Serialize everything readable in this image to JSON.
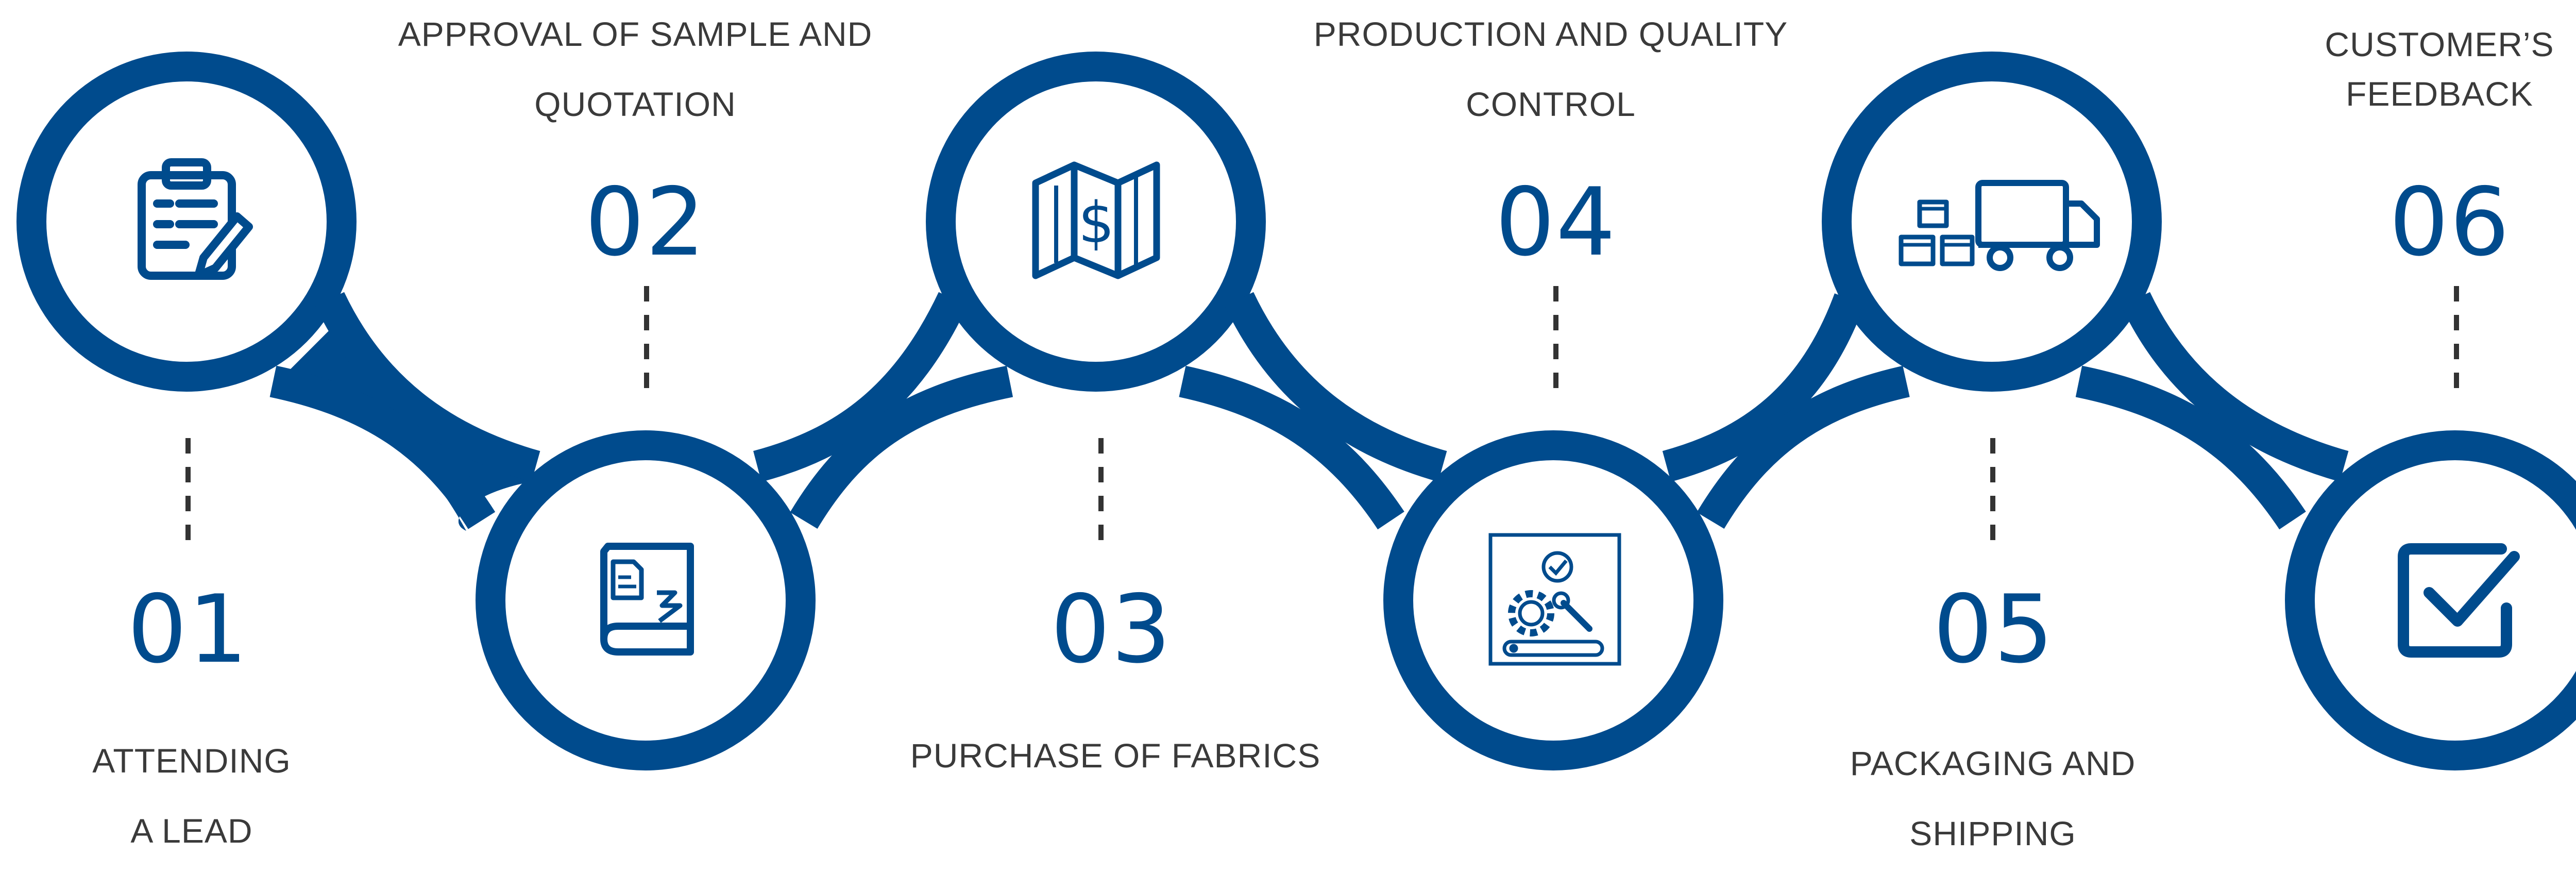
{
  "accent_color": "#004b8d",
  "steps": [
    {
      "number": "01",
      "caption_lines": [
        "ATTENDING",
        "A LEAD"
      ],
      "icon": "clipboard-icon"
    },
    {
      "number": "02",
      "caption_lines": [
        "APPROVAL OF SAMPLE AND",
        "QUOTATION"
      ],
      "icon": "catalog-book-icon"
    },
    {
      "number": "03",
      "caption_lines": [
        "PURCHASE OF FABRICS"
      ],
      "icon": "map-dollar-icon"
    },
    {
      "number": "04",
      "caption_lines": [
        "PRODUCTION AND QUALITY",
        "CONTROL"
      ],
      "icon": "production-settings-icon"
    },
    {
      "number": "05",
      "caption_lines": [
        "PACKAGING AND",
        "SHIPPING"
      ],
      "icon": "delivery-truck-icon"
    },
    {
      "number": "06",
      "caption_lines": [
        "CUSTOMER’S",
        "FEEDBACK"
      ],
      "icon": "checkbox-icon"
    }
  ]
}
